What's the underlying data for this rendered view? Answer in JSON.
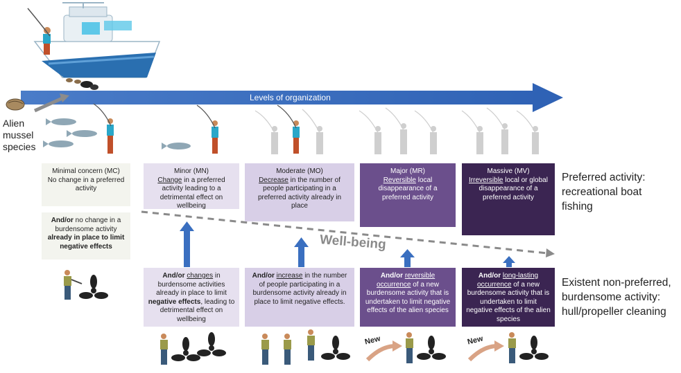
{
  "arrow": {
    "label": "Levels of organization"
  },
  "species": {
    "l1": "Alien",
    "l2": "mussel",
    "l3": "species"
  },
  "colors": {
    "arrow": "#3a6fc0",
    "mc": "#f3f4ee",
    "mn": "#e6e0ef",
    "mo": "#d8cfe7",
    "mr": "#6b4f8c",
    "mv": "#3b2552",
    "wellbeing": "#8a8a8a"
  },
  "impact": {
    "mc": {
      "title": "Minimal concern (MC)",
      "text": "No change in a preferred activity"
    },
    "mn": {
      "title": "Minor (MN)",
      "u": "Change",
      "text": " in a preferred activity leading to a detrimental effect on wellbeing"
    },
    "mo": {
      "title": "Moderate (MO)",
      "u": "Decrease",
      "text": " in the number of people participating in a preferred activity already in place"
    },
    "mr": {
      "title": "Major (MR)",
      "u": "Reversible",
      "text": " local disappearance of a preferred activity"
    },
    "mv": {
      "title": "Massive (MV)",
      "u": "Irreversible",
      "text": " local or global disappearance of a preferred activity"
    }
  },
  "wellbeing": "Well-being",
  "burden": {
    "mc": {
      "b1": "And/or",
      "t1": " no change in a burdensome activity ",
      "b2": "already in place to limit negative effects"
    },
    "mn": {
      "b1": "And/or",
      "u": "changes",
      "t1": " in burdensome activities already in place to limit ",
      "b2": "negative effects",
      "t2": ", leading to detrimental effect on wellbeing"
    },
    "mo": {
      "b1": "And/or",
      "u": "increase",
      "t1": " in the number of people participating in a burdensome activity already in place to limit negative effects."
    },
    "mr": {
      "b1": "And/or",
      "u": "reversible occurrence",
      "t1": " of a new burdensome activity that is undertaken to limit negative effects of the alien species"
    },
    "mv": {
      "b1": "And/or",
      "u": "long-lasting occurrence",
      "t1": " of a new burdensome activity that is undertaken to limit negative effects of the alien species"
    }
  },
  "right_labels": {
    "preferred": {
      "l1": "Preferred activity:",
      "l2": "recreational boat",
      "l3": "fishing"
    },
    "burden": {
      "l1": "Existent non-preferred,",
      "l2": "burdensome activity:",
      "l3": "hull/propeller cleaning"
    }
  },
  "new_label": "New"
}
